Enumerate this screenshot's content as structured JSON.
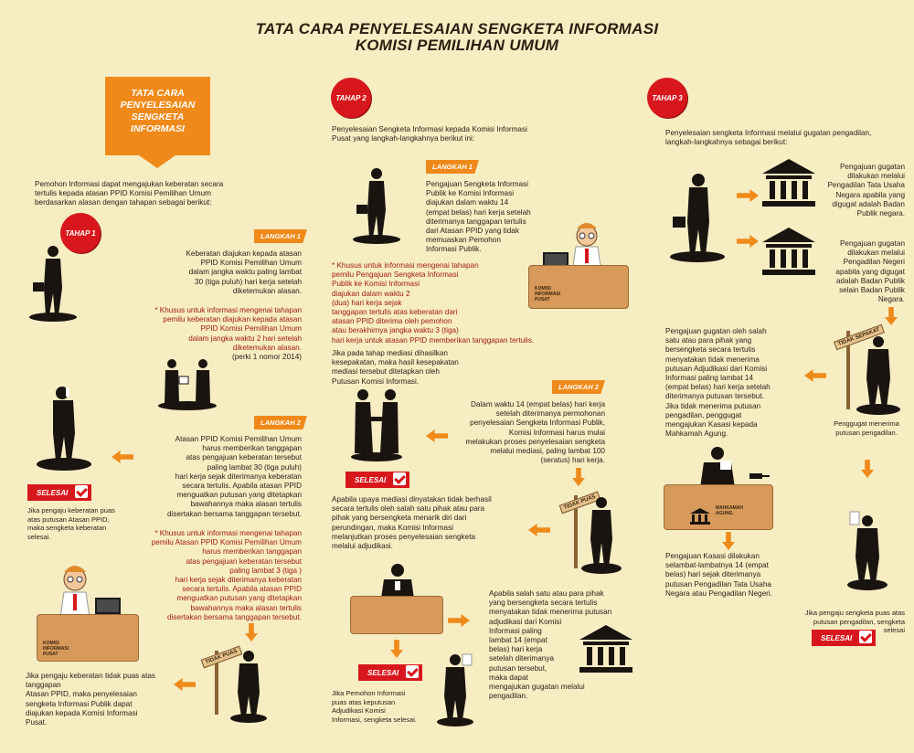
{
  "title": {
    "line1": "TATA CARA PENYELESAIAN SENGKETA INFORMASI",
    "line2": "KOMISI PEMILIHAN UMUM"
  },
  "intro_box": {
    "l1": "TATA CARA",
    "l2": "PENYELESAIAN",
    "l3": "SENGKETA",
    "l4": "INFORMASI"
  },
  "intro_text": {
    "l1": "Pemohon Informasi dapat mengajukan keberatan secara",
    "l2": "tertulis kepada atasan PPID Komisi Pemilihan Umum",
    "l3": "berdasarkan alasan dengan tahapan sebagai berikut:"
  },
  "labels": {
    "tahap1": "TAHAP 1",
    "tahap2": "TAHAP 2",
    "tahap3": "TAHAP 3",
    "langkah1": "LANGKAH 1",
    "langkah2": "LANGKAH 2",
    "selesai": "SELESAI",
    "tidak_puas": "TIDAK PUAS",
    "tidak_sepakat": "TIDAK SEPAKAT",
    "desk_komisi": "KOMISI INFORMASI PUSAT",
    "desk_mahkamah": "MAHKAMAH AGUNG"
  },
  "tahap1": {
    "l1_text": {
      "a": "Keberatan diajukan kepada atasan",
      "b": "PPID Komisi Pemilihan Umum",
      "c": "dalam jangka waktu paling lambat",
      "d": "30 (tiga puluh) hari kerja setelah",
      "e": "diketemukan alasan."
    },
    "l1_red": {
      "a": "* Khusus untuk informasi mengenai tahapan",
      "b": "pemilu keberatan diajukan kepada atasan",
      "c": "PPID Komisi Pemilihan Umum",
      "d": "dalam jangka waktu 2 hari setelah",
      "e": "diketemukan alasan."
    },
    "l1_ref": "(perki 1 nomor 2014)",
    "puas_text": {
      "a": "Jika pengaju keberatan puas",
      "b": "atas putusan Atasan PPID,",
      "c": "maka sengketa keberatan",
      "d": "selesai."
    },
    "l2_text": {
      "a": "Atasan PPID Komisi Pemilihan Umum",
      "b": "harus memberikan tanggapan",
      "c": "atas pengajuan keberatan tersebut",
      "d": "paling lambat 30 (tiga puluh)",
      "e": "hari kerja sejak diterimanya keberatan",
      "f": "secara tertulis. Apabila atasan PPID",
      "g": "menguatkan putusan yang ditetapkan",
      "h": "bawahannya maka alasan tertulis",
      "i": "disertakan bersama tanggapan tersebut."
    },
    "l2_red": {
      "a": "* Khusus untuk informasi mengenai tahapan",
      "b": "pemilu Atasan PPID Komisi Pemilihan Umum",
      "c": "harus memberikan tanggapan",
      "d": "atas pengajuan keberatan tersebut",
      "e": "paling lambat 3 (tiga )",
      "f": "hari kerja sejak diterimanya keberatan",
      "g": "secara tertulis. Apabila atasan PPID",
      "h": "menguatkan putusan yang ditetapkan",
      "i": "bawahannya maka alasan tertulis",
      "j": "disertakan bersama tanggapan tersebut."
    },
    "tidak_puas_text": {
      "a": "Jika pengaju keberatan tidak puas atas tanggapan",
      "b": "Atasan PPID, maka penyelesaian",
      "c": "sengketa Informasi Publik dapat",
      "d": "diajukan kepada Komisi Informasi",
      "e": "Pusat."
    }
  },
  "tahap2": {
    "intro": {
      "a": "Penyelesaian Sengketa Informasi kepada Komisi Informasi",
      "b": "Pusat yang langkah-langkahnya berikut ini:"
    },
    "l1_text": {
      "a": "Pengajuan Sengketa Informasi",
      "b": "Publik ke Komisi  Informasi",
      "c": "diajukan dalam waktu 14",
      "d": "(empat belas) hari kerja setelah",
      "e": "diterimanya tanggapan tertulis",
      "f": "dari Atasan PPID yang tidak",
      "g": "memuaskan Pemohon",
      "h": "Informasi Publik."
    },
    "l1_red": {
      "a": "* Khusus untuk informasi mengenai tahapan",
      "b": "pemilu Pengajuan Sengketa Informasi",
      "c": "Publik ke Komisi  Informasi",
      "d": "diajukan dalam waktu 2",
      "e": "(dua) hari kerja sejak",
      "f": "tanggapan tertulis atas keberatan dari",
      "g": "atasan PPID diterima oleh pemohon",
      "h": "atau berakhirnya jangka waktu 3 (tiga)",
      "i": "hari kerja untuk atasan PPID memberikan tanggapan tertulis."
    },
    "mediasi_text": {
      "a": "Jika pada tahap mediasi dihasilkan",
      "b": "kesepakatan, maka hasil kesepakatan",
      "c": "mediasi tersebut ditetapkan oleh",
      "d": "Putusan Komisi Informasi."
    },
    "l2_text": {
      "a": "Dalam waktu 14 (empat belas) hari kerja",
      "b": "setelah diterimanya permohonan",
      "c": "penyelesaian Sengketa Informasi Publik,",
      "d": "Komisi Informasi harus mulai",
      "e": "melakukan proses penyelesaian sengketa",
      "f": "melalui mediasi,  paling lambat 100",
      "g": "(seratus) hari kerja."
    },
    "gagal_text": {
      "a": "Apabila upaya mediasi dinyatakan tidak berhasil",
      "b": "secara tertulis oleh salah satu pihak atau para",
      "c": "pihak yang bersengketa menarik diri dari",
      "d": "perundingan, maka Komisi Informasi",
      "e": "melanjutkan proses penyelesaian sengketa",
      "f": "melalui adjudikasi."
    },
    "adjudikasi_text": {
      "a": "Apabila salah satu atau para pihak",
      "b": "yang bersengketa secara tertulis",
      "c": "menyatakan tidak menerima putusan",
      "d": "adjudikasi dari Komisi",
      "e": "Informasi paling",
      "f": "lambat 14 (empat",
      "g": "belas) hari kerja",
      "h": "setelah diterimanya",
      "i": "putusan tersebut,",
      "j": "maka dapat",
      "k": "mengajukan gugatan melalui",
      "l": "pengadilan."
    },
    "puas_text": {
      "a": "Jika Pemohon Informasi",
      "b": "puas atas keputusan",
      "c": "Adjudikasi Komisi",
      "d": "Informasi, sengketa selesai."
    }
  },
  "tahap3": {
    "intro": {
      "a": "Penyelesaian sengketa Informasi melalui gugatan pengadilan,",
      "b": "langkah-langkahnya sebagai berikut:"
    },
    "ptun_text": {
      "a": "Pengajuan gugatan",
      "b": "dilakukan melalui",
      "c": "Pengadilan Tata Usaha",
      "d": "Negara apabila yang",
      "e": "digugat adalah Badan",
      "f": "Publik negara."
    },
    "pn_text": {
      "a": "Pengajuan gugatan",
      "b": "dilakukan melalui",
      "c": "Pengadilan Negeri",
      "d": "apabila yang digugat",
      "e": "adalah Badan Publik",
      "f": "selain Badan Publik",
      "g": "Negara."
    },
    "tidak_sepakat_text": {
      "a": "Pengajuan gugatan oleh salah",
      "b": "satu atau para pihak yang",
      "c": "bersengketa secara tertulis",
      "d": "menyatakan tidak menerima",
      "e": "putusan Adjudikasi dari Komisi",
      "f": "Informasi paling lambat 14",
      "g": "(empat belas) hari kerja setelah",
      "h": "diterimanya putusan tersebut.",
      "i": "Jika tidak menerima putusan",
      "j": "pengadilan, penggugat",
      "k": "mengajukan Kasasi kepada",
      "l": "Mahkamah Agung."
    },
    "penggugat_text": {
      "a": "Penggugat menerima",
      "b": "putusan pengadilan."
    },
    "kasasi_text": {
      "a": "Pengajuan Kasasi dilakukan",
      "b": "selambat-lambatnya 14 (empat",
      "c": "belas) hari sejak diterimanya",
      "d": "putusan Pengadilan Tata Usaha",
      "e": "Negara atau Pengadilan Negeri."
    },
    "puas_text": {
      "a": "Jika pengaju sengketa puas atas",
      "b": "putusan pengadilan, sengketa",
      "c": "selesai"
    }
  },
  "colors": {
    "background": "#f6edc3",
    "accent_orange": "#ef8a1a",
    "accent_red": "#d8171c",
    "red_text": "#a01a14"
  }
}
